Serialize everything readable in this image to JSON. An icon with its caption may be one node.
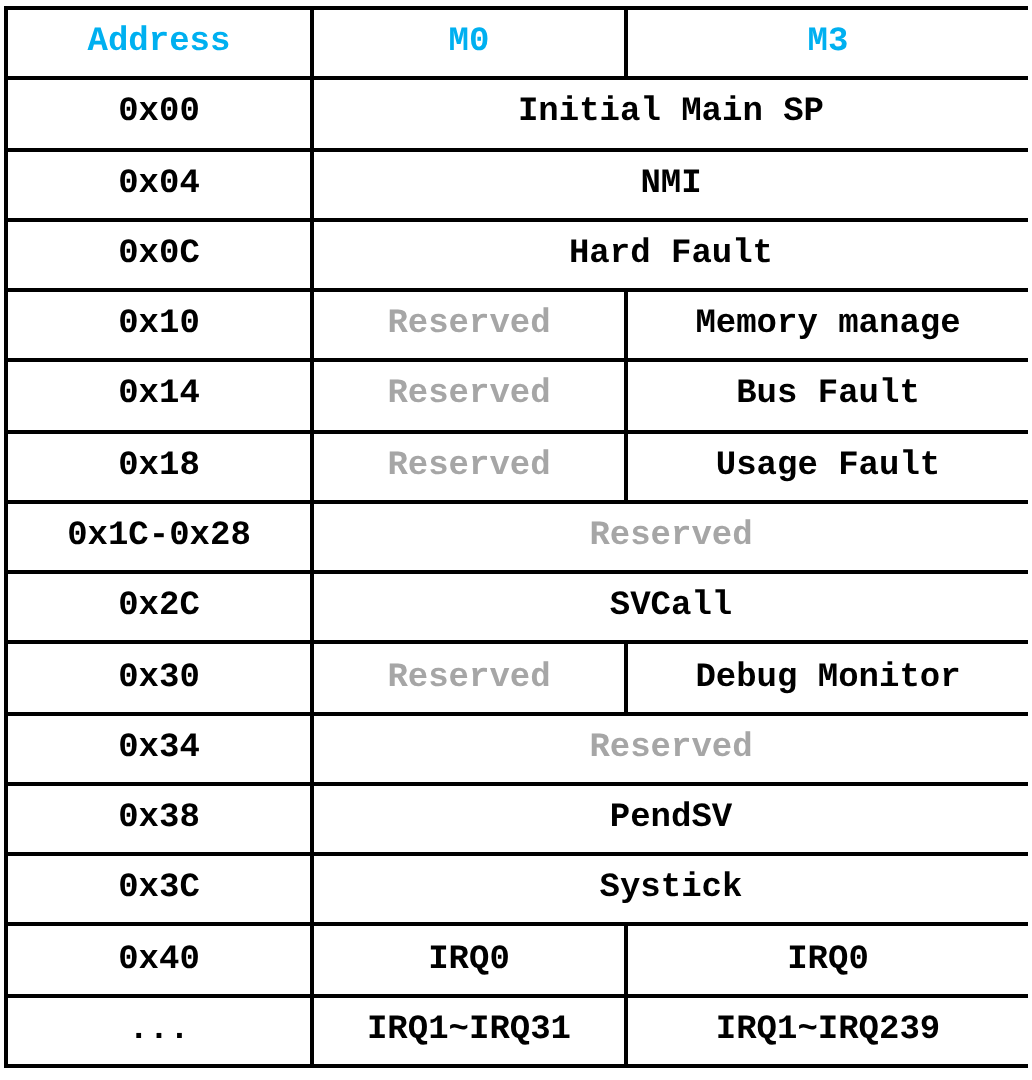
{
  "diagram": {
    "labels": [
      "Address",
      "M0",
      "M3",
      "0x00",
      "Initial Main SP",
      "0x04",
      "NMI",
      "0x0C",
      "Hard Fault",
      "0x10",
      "Reserved",
      "Memory manage",
      "0x14",
      "Reserved",
      "Bus Fault",
      "0x18",
      "Reserved",
      "Usage Fault",
      "0x1C-0x28",
      "Reserved",
      "0x2C",
      "SVCall",
      "0x30",
      "Reserved",
      "Debug Monitor",
      "0x34",
      "Reserved",
      "0x38",
      "PendSV",
      "0x3C",
      "Systick",
      "0x40",
      "IRQ0",
      "IRQ0",
      "...",
      "IRQ1~IRQ31",
      "IRQ1~IRQ239"
    ]
  }
}
